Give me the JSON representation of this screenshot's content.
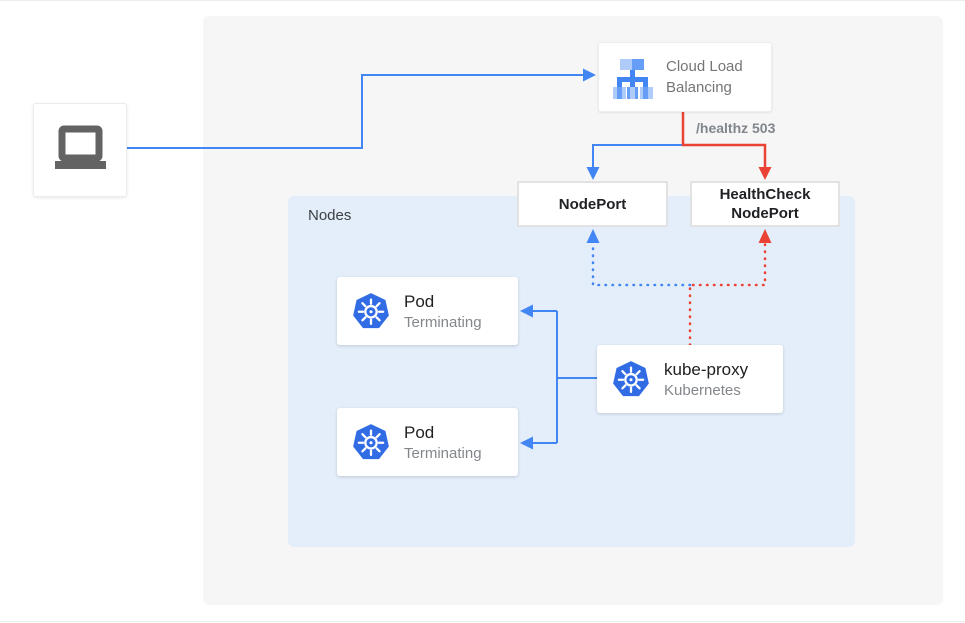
{
  "colors": {
    "blue": "#4285f4",
    "red": "#ea4335",
    "k8s_blue": "#326ce5",
    "icon_light_blue": "#aecbfa",
    "icon_medium_blue": "#669df6",
    "panel_bg": "#f6f6f6",
    "nodes_bg": "#e4eefb",
    "text_dark": "#202124",
    "text_gray": "#80868b"
  },
  "client": {
    "icon": "laptop-icon"
  },
  "cloud_load_balancing": {
    "icon": "cloud-load-balancing-icon",
    "line1": "Cloud Load",
    "line2": "Balancing"
  },
  "edge_labels": {
    "healthz": "/healthz 503"
  },
  "nodeport": {
    "label": "NodePort"
  },
  "healthcheck_nodeport": {
    "line1": "HealthCheck",
    "line2": "NodePort"
  },
  "nodes": {
    "label": "Nodes"
  },
  "pods": [
    {
      "icon": "kubernetes-icon",
      "title": "Pod",
      "subtitle": "Terminating"
    },
    {
      "icon": "kubernetes-icon",
      "title": "Pod",
      "subtitle": "Terminating"
    }
  ],
  "kube_proxy": {
    "icon": "kubernetes-icon",
    "title": "kube-proxy",
    "subtitle": "Kubernetes"
  }
}
